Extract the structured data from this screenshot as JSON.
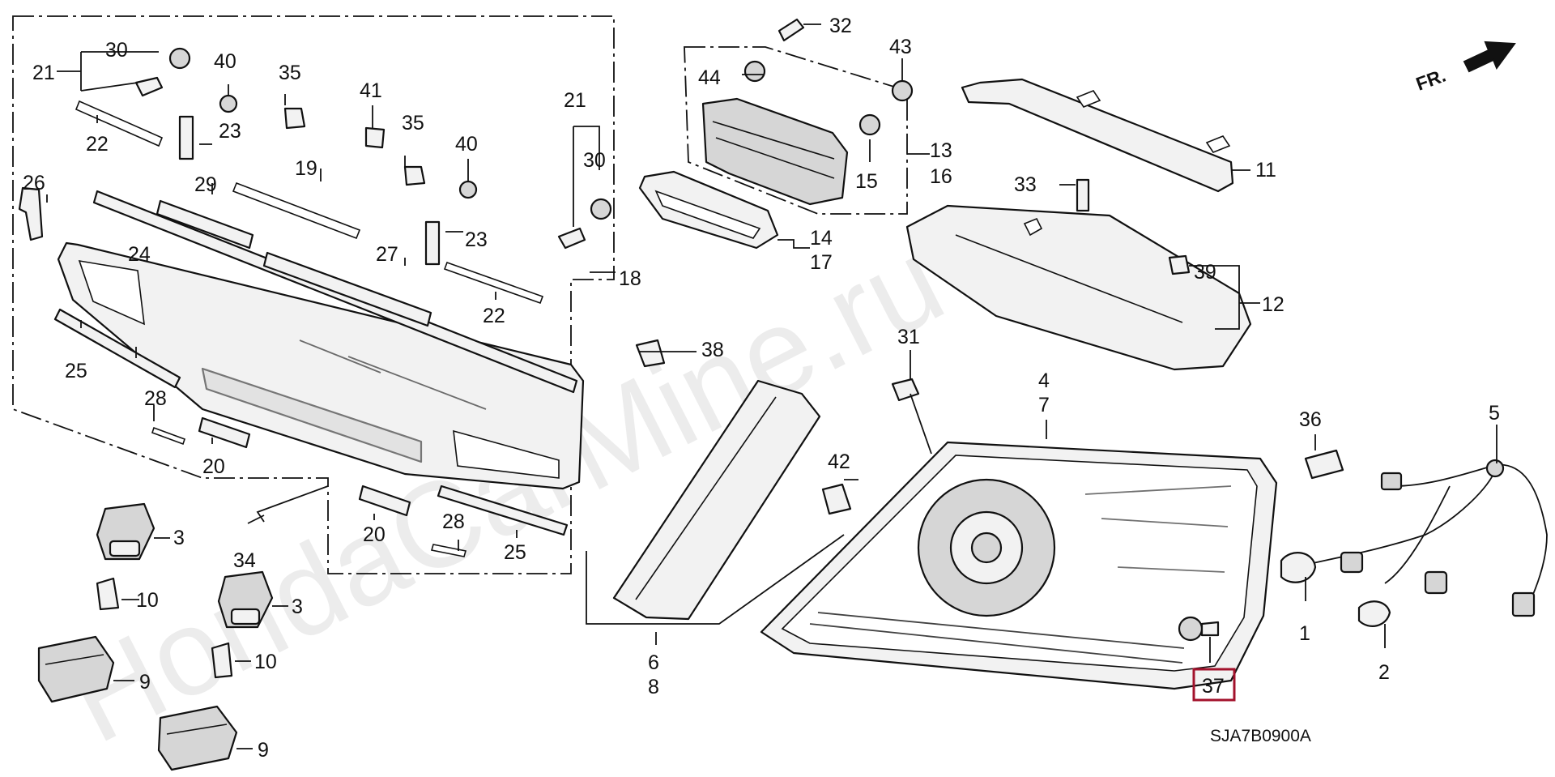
{
  "watermark": "HondaCarMine.ru",
  "direction_label": "FR.",
  "diagram_code": "SJA7B0900A",
  "highlight_color": "#a3122c",
  "callouts": {
    "c1": "1",
    "c2": "2",
    "c3a": "3",
    "c3b": "3",
    "c4": "4",
    "c5": "5",
    "c6": "6",
    "c7": "7",
    "c8": "8",
    "c9a": "9",
    "c9b": "9",
    "c10a": "10",
    "c10b": "10",
    "c11": "11",
    "c12": "12",
    "c13": "13",
    "c14": "14",
    "c15": "15",
    "c16": "16",
    "c17": "17",
    "c18": "18",
    "c19": "19",
    "c20a": "20",
    "c20b": "20",
    "c21a": "21",
    "c21b": "21",
    "c22a": "22",
    "c22b": "22",
    "c23a": "23",
    "c23b": "23",
    "c24": "24",
    "c25a": "25",
    "c25b": "25",
    "c26": "26",
    "c27": "27",
    "c28a": "28",
    "c28b": "28",
    "c29": "29",
    "c30a": "30",
    "c30b": "30",
    "c31": "31",
    "c32": "32",
    "c33": "33",
    "c34": "34",
    "c35a": "35",
    "c35b": "35",
    "c36": "36",
    "c37": "37",
    "c38": "38",
    "c39": "39",
    "c40a": "40",
    "c40b": "40",
    "c41": "41",
    "c42": "42",
    "c43": "43",
    "c44": "44"
  }
}
